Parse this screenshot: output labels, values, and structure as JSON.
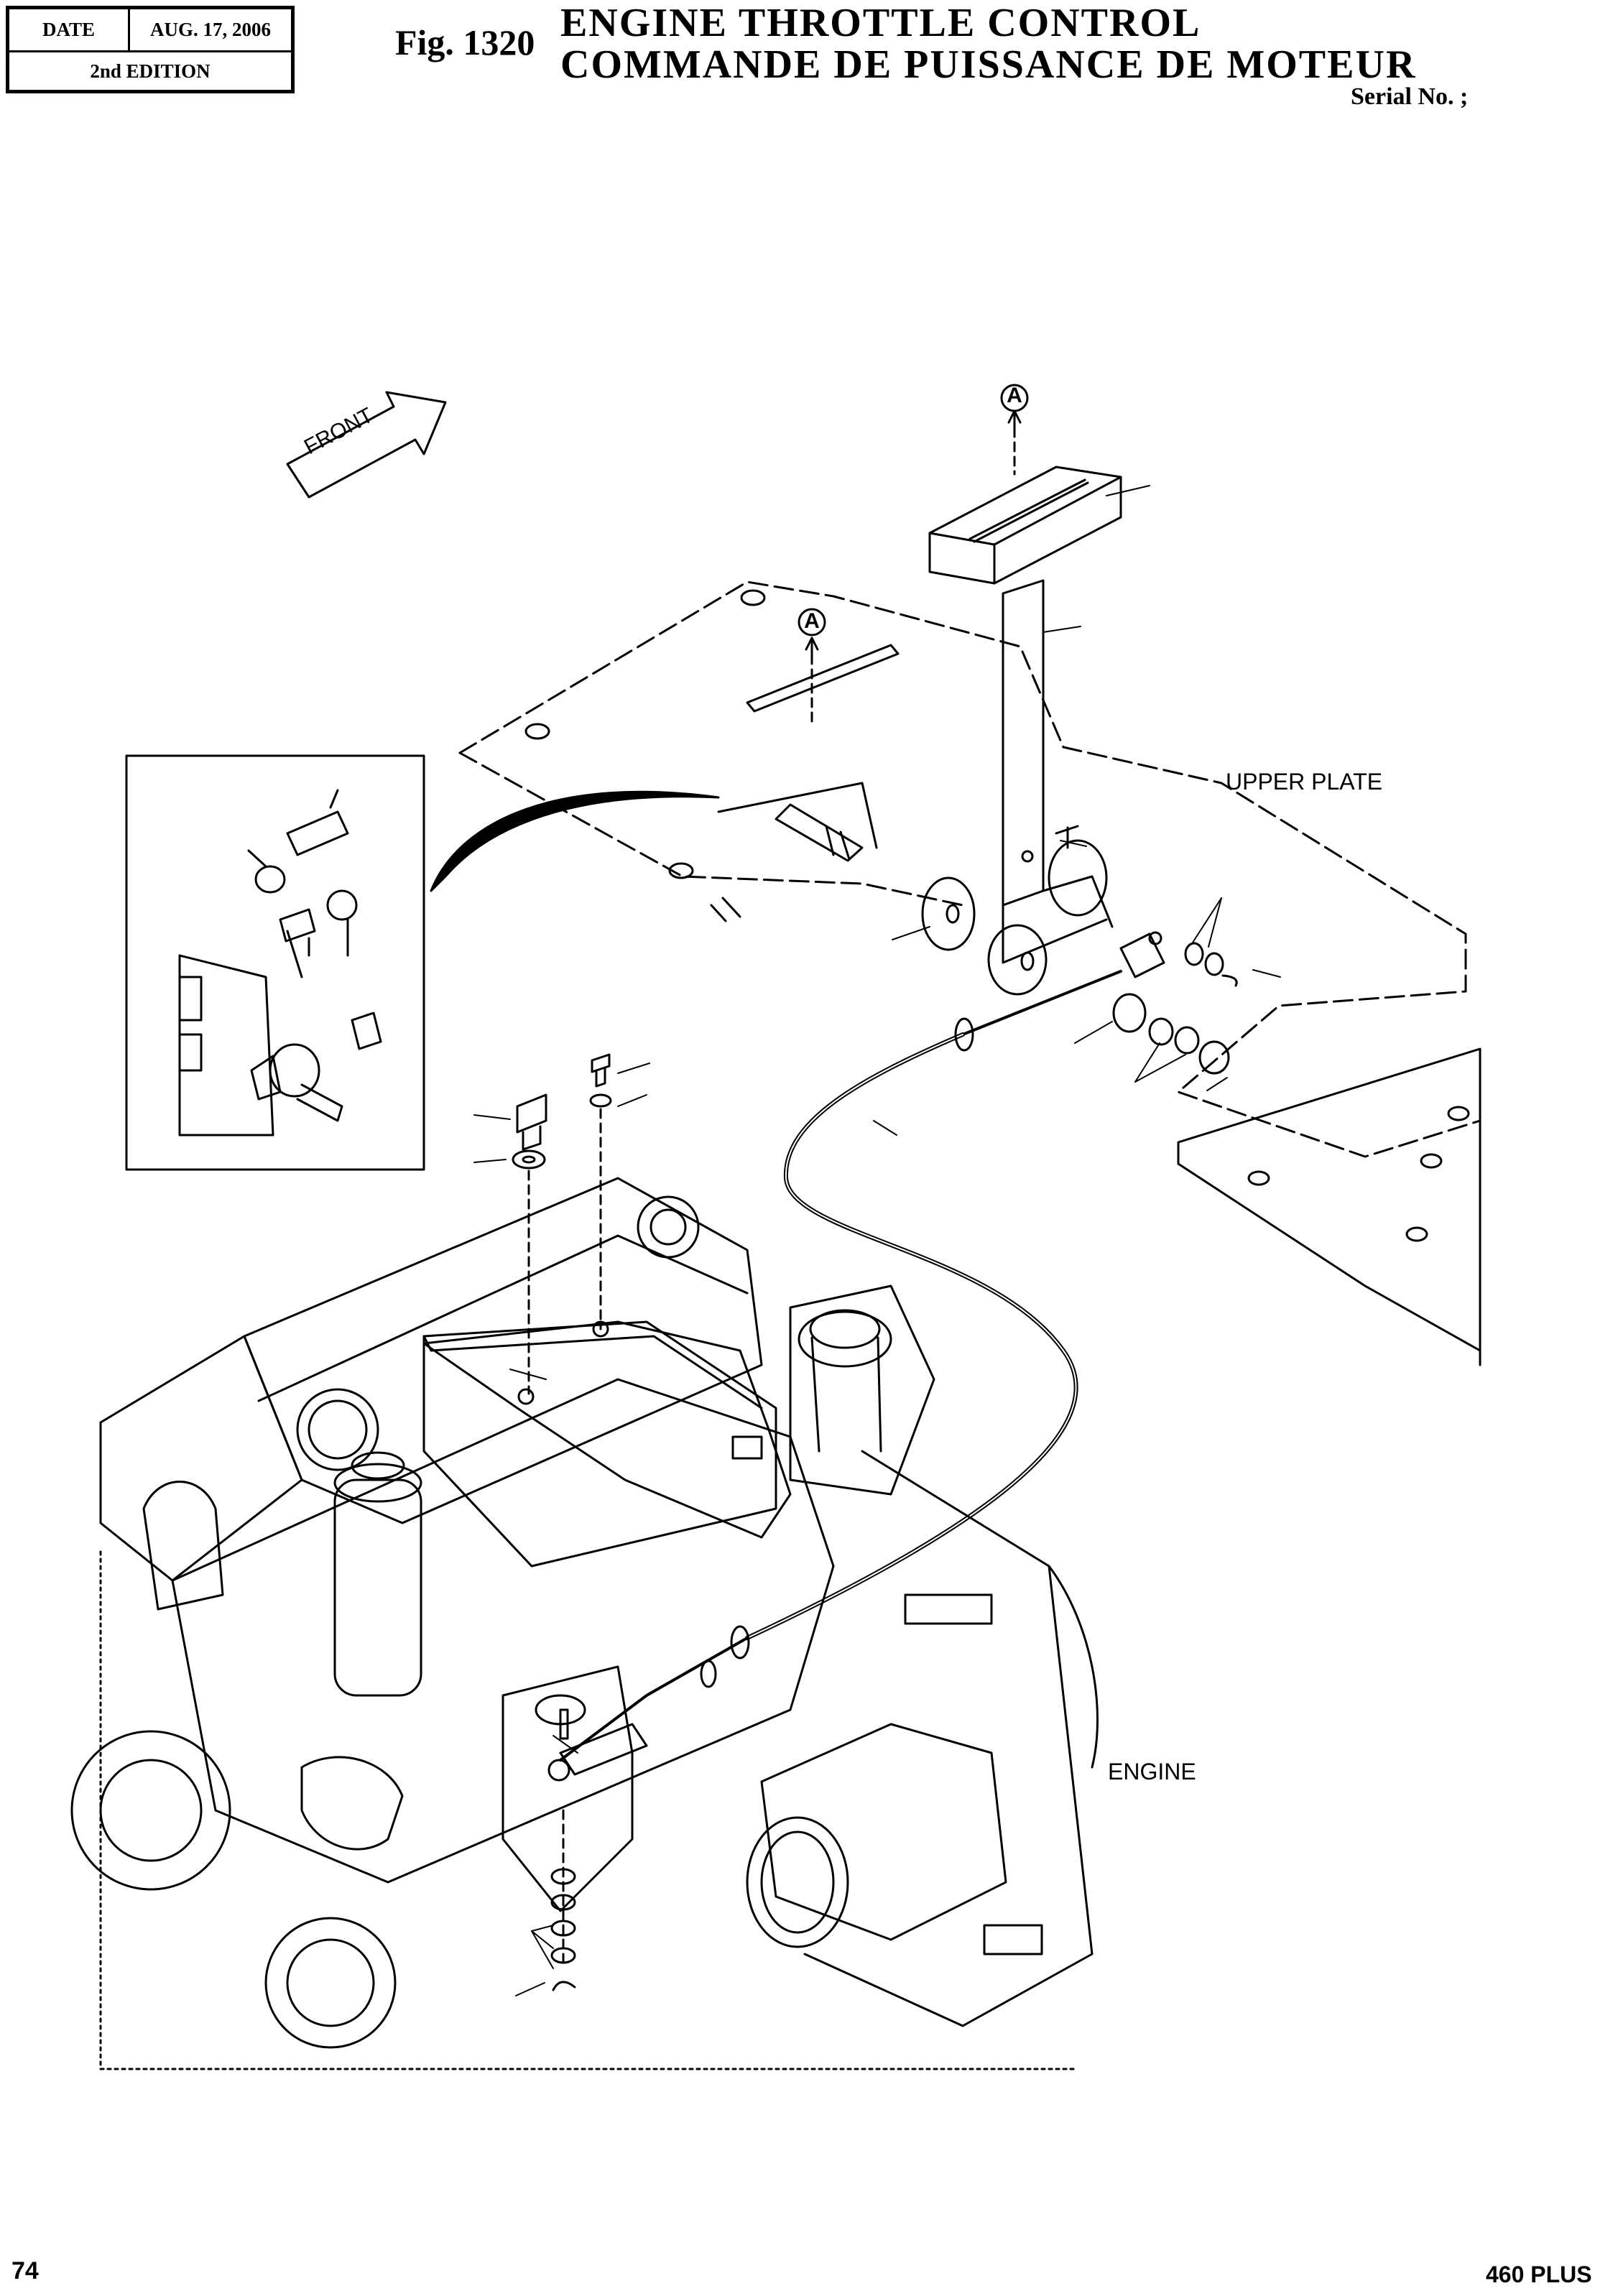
{
  "header": {
    "date_label": "DATE",
    "date_value": "AUG. 17, 2006",
    "edition": "2nd EDITION",
    "fig_number": "Fig. 1320",
    "title_en": "ENGINE  THROTTLE  CONTROL",
    "title_fr": "COMMANDE  DE  PUISSANCE  DE  MOTEUR",
    "serial": "Serial No. ;"
  },
  "labels": {
    "front": "FRONT",
    "upper_plate": "UPPER PLATE",
    "engine": "ENGINE",
    "ref_a_top": "A",
    "ref_a_plate": "A"
  },
  "footer": {
    "page_number": "74",
    "model": "460 PLUS"
  }
}
